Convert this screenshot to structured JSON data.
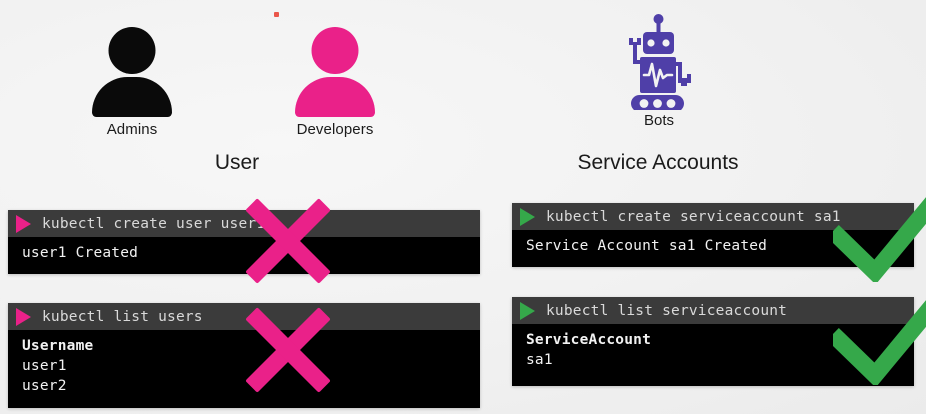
{
  "slide": {
    "columns": [
      {
        "heading": "User"
      },
      {
        "heading": "Service Accounts"
      }
    ],
    "icons": [
      {
        "name": "admins",
        "label": "Admins",
        "color": "#0a0a0a",
        "glyph": "person-icon"
      },
      {
        "name": "developers",
        "label": "Developers",
        "color": "#ea2189",
        "glyph": "person-icon"
      },
      {
        "name": "bots",
        "label": "Bots",
        "color": "#4f3fa8",
        "glyph": "robot-icon"
      }
    ],
    "terminals": [
      {
        "id": "create-user",
        "command": "kubectl create user user1",
        "prompt_color": "#ea2189",
        "output": [
          {
            "text": "user1 Created",
            "bold": false
          }
        ],
        "mark": "cross"
      },
      {
        "id": "list-users",
        "command": "kubectl list users",
        "prompt_color": "#ea2189",
        "output": [
          {
            "text": "Username",
            "bold": true
          },
          {
            "text": "user1",
            "bold": false
          },
          {
            "text": "user2",
            "bold": false
          }
        ],
        "mark": "cross"
      },
      {
        "id": "create-sa",
        "command": "kubectl create serviceaccount sa1",
        "prompt_color": "#35a84a",
        "output": [
          {
            "text": "Service Account sa1 Created",
            "bold": false
          }
        ],
        "mark": "check"
      },
      {
        "id": "list-sa",
        "command": "kubectl list serviceaccount",
        "prompt_color": "#35a84a",
        "output": [
          {
            "text": "ServiceAccount",
            "bold": true
          },
          {
            "text": "sa1",
            "bold": false
          }
        ],
        "mark": "check"
      }
    ],
    "colors": {
      "pink": "#ea2189",
      "green": "#35a84a",
      "purple": "#4f3fa8",
      "black": "#0a0a0a",
      "background": "#f2f2f2",
      "terminal_title_bar": "#3b3b3b",
      "terminal_body": "#000000",
      "terminal_text": "#f2f2f2",
      "speck": "#e8392b"
    }
  }
}
